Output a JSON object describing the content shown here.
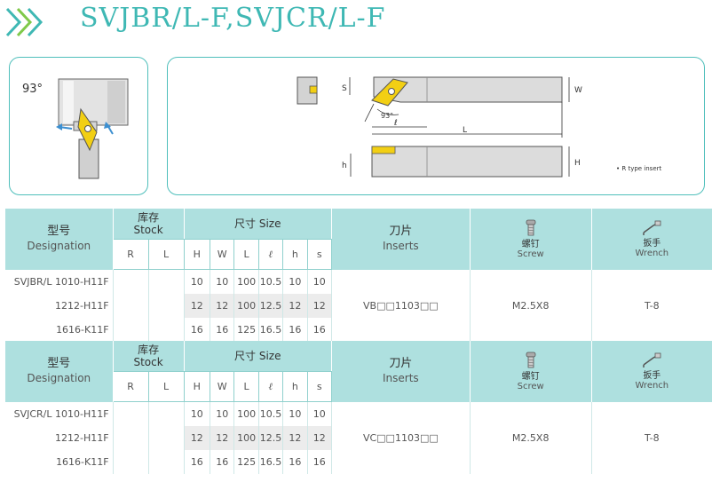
{
  "header": {
    "title": "SVJBR/L-F,SVJCR/L-F",
    "accent": "#3fb8b4"
  },
  "left_diagram": {
    "angle_label": "93°"
  },
  "right_diagram": {
    "dim_S": "S",
    "dim_W": "W",
    "dim_angle": "93°",
    "dim_l": "ℓ",
    "dim_L": "L",
    "dim_h": "h",
    "dim_H": "H",
    "note": "• R type insert"
  },
  "table_headers": {
    "model_cn": "型号",
    "model_en": "Designation",
    "stock_cn": "库存",
    "stock_en": "Stock",
    "stock_cols": [
      "R",
      "L"
    ],
    "size_title": "尺寸 Size",
    "size_cols": [
      "H",
      "W",
      "L",
      "ℓ",
      "h",
      "s"
    ],
    "inserts_cn": "刀片",
    "inserts_en": "Inserts",
    "screw_cn": "螺钉",
    "screw_en": "Screw",
    "wrench_cn": "扳手",
    "wrench_en": "Wrench"
  },
  "table1": {
    "rows": [
      {
        "designation": "SVJBR/L 1010-H11F",
        "sizes": [
          "10",
          "10",
          "100",
          "10.5",
          "10",
          "10"
        ]
      },
      {
        "designation": "1212-H11F",
        "sizes": [
          "12",
          "12",
          "100",
          "12.5",
          "12",
          "12"
        ]
      },
      {
        "designation": "1616-K11F",
        "sizes": [
          "16",
          "16",
          "125",
          "16.5",
          "16",
          "16"
        ]
      }
    ],
    "insert": "VB□□1103□□",
    "screw": "M2.5X8",
    "wrench": "T-8"
  },
  "table2": {
    "rows": [
      {
        "designation": "SVJCR/L 1010-H11F",
        "sizes": [
          "10",
          "10",
          "100",
          "10.5",
          "10",
          "10"
        ]
      },
      {
        "designation": "1212-H11F",
        "sizes": [
          "12",
          "12",
          "100",
          "12.5",
          "12",
          "12"
        ]
      },
      {
        "designation": "1616-K11F",
        "sizes": [
          "16",
          "16",
          "125",
          "16.5",
          "16",
          "16"
        ]
      }
    ],
    "insert": "VC□□1103□□",
    "screw": "M2.5X8",
    "wrench": "T-8"
  }
}
